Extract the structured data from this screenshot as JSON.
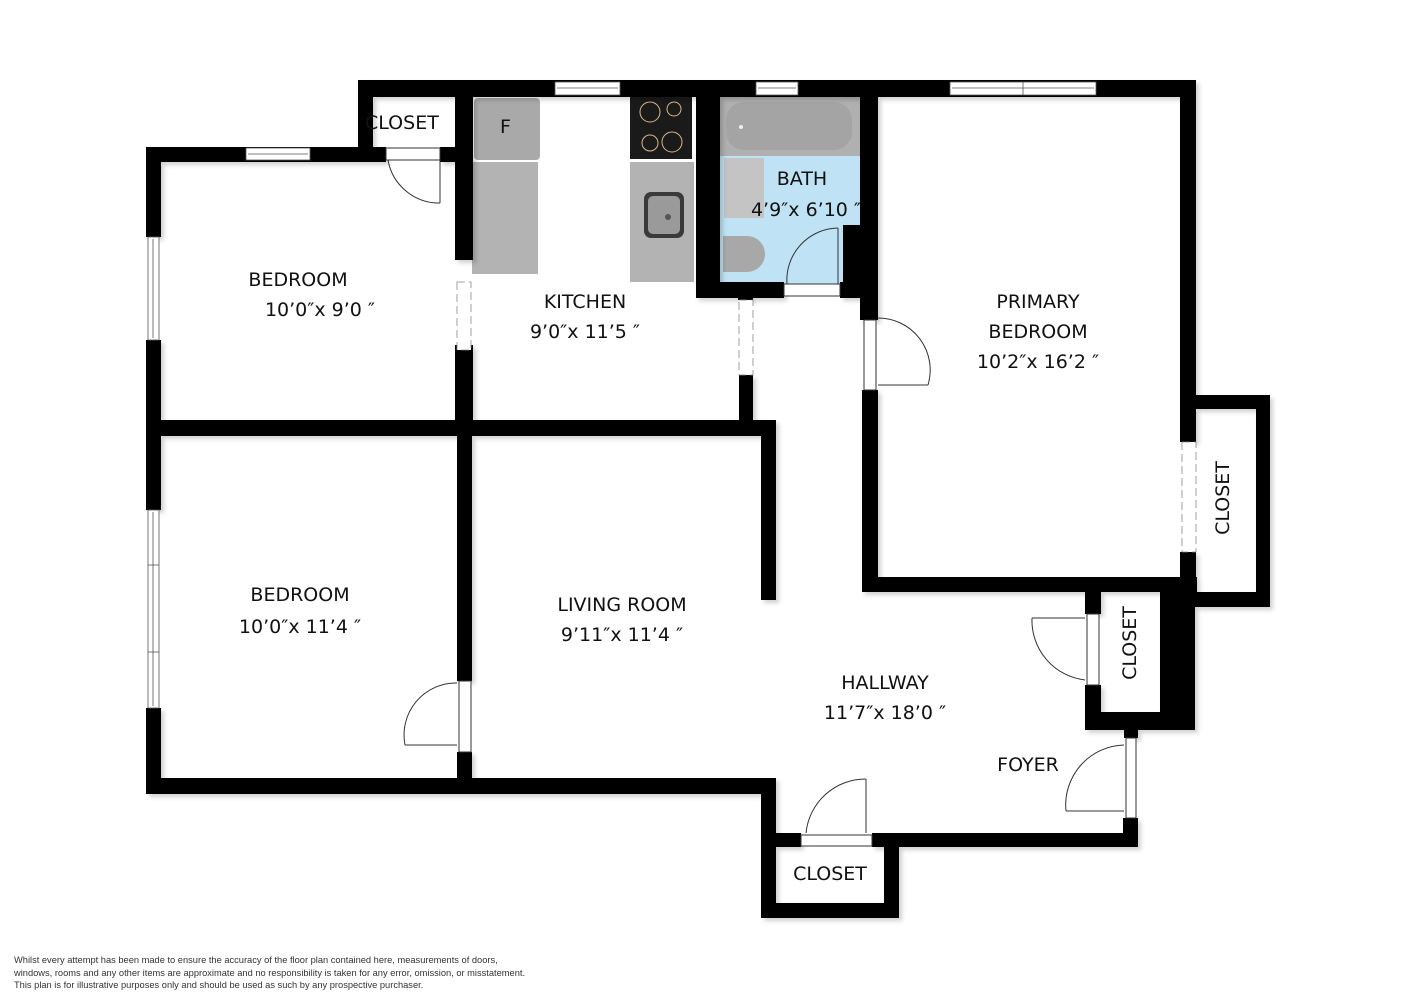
{
  "floor_plan": {
    "rooms": [
      {
        "id": "closet-top",
        "name": "CLOSET",
        "dims": ""
      },
      {
        "id": "bedroom-1",
        "name": "BEDROOM",
        "dims": "10’0″x 9’0 ″"
      },
      {
        "id": "kitchen",
        "name": "KITCHEN",
        "dims": "9’0″x 11’5 ″"
      },
      {
        "id": "bath",
        "name": "BATH",
        "dims": "4’9″x 6’10 ″"
      },
      {
        "id": "primary-bedroom",
        "name": "PRIMARY",
        "name2": "BEDROOM",
        "dims": "10’2″x 16’2 ″"
      },
      {
        "id": "closet-primary",
        "name": "CLOSET",
        "dims": ""
      },
      {
        "id": "bedroom-2",
        "name": "BEDROOM",
        "dims": "10’0″x 11’4 ″"
      },
      {
        "id": "living-room",
        "name": "LIVING ROOM",
        "dims": "9’11″x 11’4 ″"
      },
      {
        "id": "hallway",
        "name": "HALLWAY",
        "dims": "11’7″x 18’0 ″"
      },
      {
        "id": "closet-hall",
        "name": "CLOSET",
        "dims": ""
      },
      {
        "id": "foyer",
        "name": "FOYER",
        "dims": ""
      },
      {
        "id": "closet-bottom",
        "name": "CLOSET",
        "dims": ""
      }
    ],
    "fixtures": {
      "fridge_label": "F"
    },
    "colors": {
      "wall": "#000000",
      "bath_floor": "#bfe3f4",
      "counter": "#a9a9a9",
      "fixture": "#b5b5b5",
      "stove": "#1a1a1a"
    }
  },
  "disclaimer": {
    "line1": "Whilst every attempt has been made to ensure the accuracy of the floor plan contained here, measurements of doors,",
    "line2": "windows, rooms and any other items are approximate and no responsibility is taken for any error, omission, or misstatement.",
    "line3": "This plan is for illustrative purposes only and should be used as such by any prospective purchaser."
  }
}
